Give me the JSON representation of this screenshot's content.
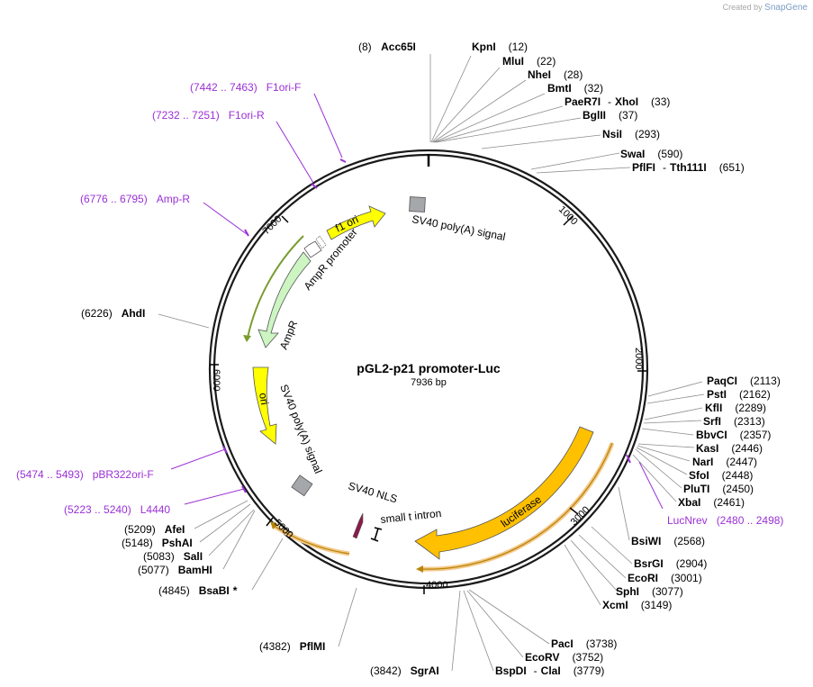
{
  "credit": {
    "prefix": "Created by",
    "brand": "SnapGene"
  },
  "plasmid": {
    "name": "pGL2-p21 promoter-Luc",
    "length_label": "7936 bp"
  },
  "ticks": [
    "1000",
    "2000",
    "3000",
    "4000",
    "5000",
    "6000",
    "7000"
  ],
  "enzymes": {
    "acc65i": {
      "name": "Acc65I",
      "pos": "(8)"
    },
    "kpni": {
      "name": "KpnI",
      "pos": "(12)"
    },
    "mlui": {
      "name": "MluI",
      "pos": "(22)"
    },
    "nhei": {
      "name": "NheI",
      "pos": "(28)"
    },
    "bmti": {
      "name": "BmtI",
      "pos": "(32)"
    },
    "paer7i": {
      "name": "PaeR7I",
      "sep": "-",
      "name2": "XhoI",
      "pos": "(33)"
    },
    "bglii": {
      "name": "BglII",
      "pos": "(37)"
    },
    "nsii": {
      "name": "NsiI",
      "pos": "(293)"
    },
    "swai": {
      "name": "SwaI",
      "pos": "(590)"
    },
    "pflfi": {
      "name": "PflFI",
      "sep": "-",
      "name2": "Tth111I",
      "pos": "(651)"
    },
    "paqci": {
      "name": "PaqCI",
      "pos": "(2113)"
    },
    "psti": {
      "name": "PstI",
      "pos": "(2162)"
    },
    "kfli": {
      "name": "KflI",
      "pos": "(2289)"
    },
    "srfi": {
      "name": "SrfI",
      "pos": "(2313)"
    },
    "bbvci": {
      "name": "BbvCI",
      "pos": "(2357)"
    },
    "kasi": {
      "name": "KasI",
      "pos": "(2446)"
    },
    "nari": {
      "name": "NarI",
      "pos": "(2447)"
    },
    "sfoi": {
      "name": "SfoI",
      "pos": "(2448)"
    },
    "pluti": {
      "name": "PluTI",
      "pos": "(2450)"
    },
    "xbai": {
      "name": "XbaI",
      "pos": "(2461)"
    },
    "bsiwi": {
      "name": "BsiWI",
      "pos": "(2568)"
    },
    "bsrgi": {
      "name": "BsrGI",
      "pos": "(2904)"
    },
    "ecori": {
      "name": "EcoRI",
      "pos": "(3001)"
    },
    "sphi": {
      "name": "SphI",
      "pos": "(3077)"
    },
    "xcmi": {
      "name": "XcmI",
      "pos": "(3149)"
    },
    "paci": {
      "name": "PacI",
      "pos": "(3738)"
    },
    "ecorv": {
      "name": "EcoRV",
      "pos": "(3752)"
    },
    "bspdi": {
      "name": "BspDI",
      "sep": "-",
      "name2": "ClaI",
      "pos": "(3779)"
    },
    "sgrai": {
      "name": "SgrAI",
      "pos": "(3842)"
    },
    "pflmi": {
      "name": "PflMI",
      "pos": "(4382)"
    },
    "bsabi": {
      "name": "BsaBI",
      "mark": "*",
      "pos": "(4845)"
    },
    "bamhi": {
      "name": "BamHI",
      "pos": "(5077)"
    },
    "sali": {
      "name": "SalI",
      "pos": "(5083)"
    },
    "pshai": {
      "name": "PshAI",
      "pos": "(5148)"
    },
    "afei": {
      "name": "AfeI",
      "pos": "(5209)"
    },
    "ahdi": {
      "name": "AhdI",
      "pos": "(6226)"
    }
  },
  "primers": {
    "f1ori_f": {
      "range": "(7442 .. 7463)",
      "name": "F1ori-F"
    },
    "f1ori_r": {
      "range": "(7232 .. 7251)",
      "name": "F1ori-R"
    },
    "amp_r": {
      "range": "(6776 .. 6795)",
      "name": "Amp-R"
    },
    "pbr322ori_f": {
      "range": "(5474 .. 5493)",
      "name": "pBR322ori-F"
    },
    "l4440": {
      "range": "(5223 .. 5240)",
      "name": "L4440"
    },
    "lucnrev": {
      "name": "LucNrev",
      "range": "(2480 .. 2498)"
    }
  },
  "features": {
    "sv40_polya_top": "SV40 poly(A) signal",
    "f1_ori": "f1 ori",
    "ampr_promoter": "AmpR promoter",
    "ampr": "AmpR",
    "ori": "ori",
    "sv40_polya_left": "SV40 poly(A) signal",
    "sv40_nls": "SV40 NLS",
    "small_t_intron": "small t intron",
    "luciferase": "luciferase"
  },
  "colors": {
    "backbone": "#1a1a1a",
    "f1_ori": "#ffff00",
    "ampr": "#ccf5c2",
    "ampr_promoter": "#ffffff",
    "ori": "#ffff00",
    "luciferase": "#ffc000",
    "polya": "#a5a7ab",
    "nls": "#8b1a4a",
    "orf_line": "#7a9c2f",
    "orf_glow": "#f5c98a",
    "primer": "#9b30d6",
    "enzyme_line": "#8c8c8c"
  }
}
